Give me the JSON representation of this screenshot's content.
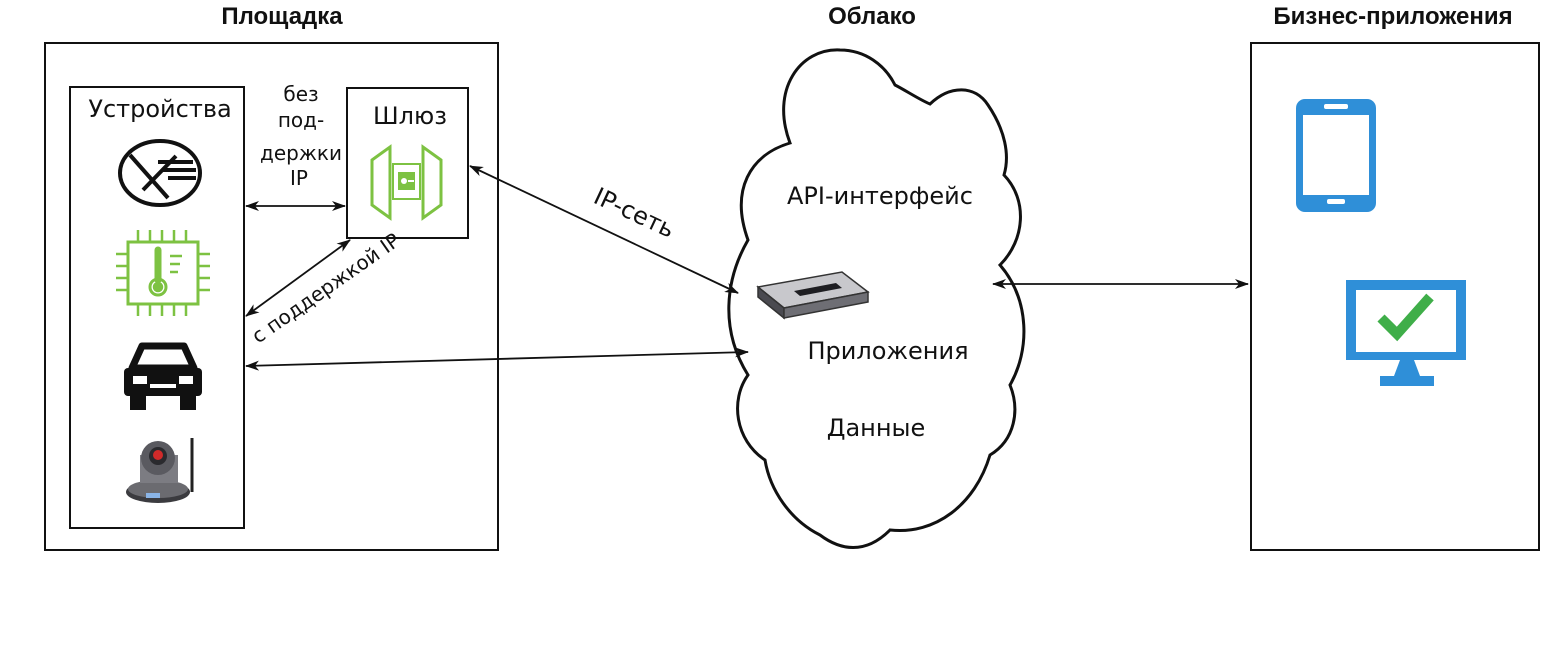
{
  "headings": {
    "site": "Площадка",
    "cloud": "Облако",
    "business": "Бизнес-приложения"
  },
  "site": {
    "devices_title": "Устройства",
    "gateway_title": "Шлюз",
    "non_ip_lines": [
      "без",
      "под-",
      "держки",
      "IP"
    ],
    "ip_label": "с поддержкой IP"
  },
  "cloud": {
    "ip_network_label": "IP-сеть",
    "api_label": "API-интерфейс",
    "apps_label": "Приложения",
    "data_label": "Данные"
  },
  "icons": {
    "devices": [
      "lamp-icon",
      "thermometer-chip-icon",
      "car-icon",
      "security-camera-icon"
    ],
    "gateway": "gateway-icon",
    "server": "server-icon",
    "business": [
      "tablet-icon",
      "monitor-check-icon"
    ]
  },
  "colors": {
    "green": "#7dc242",
    "blue": "#2f8fd8",
    "check": "#3fae49"
  }
}
